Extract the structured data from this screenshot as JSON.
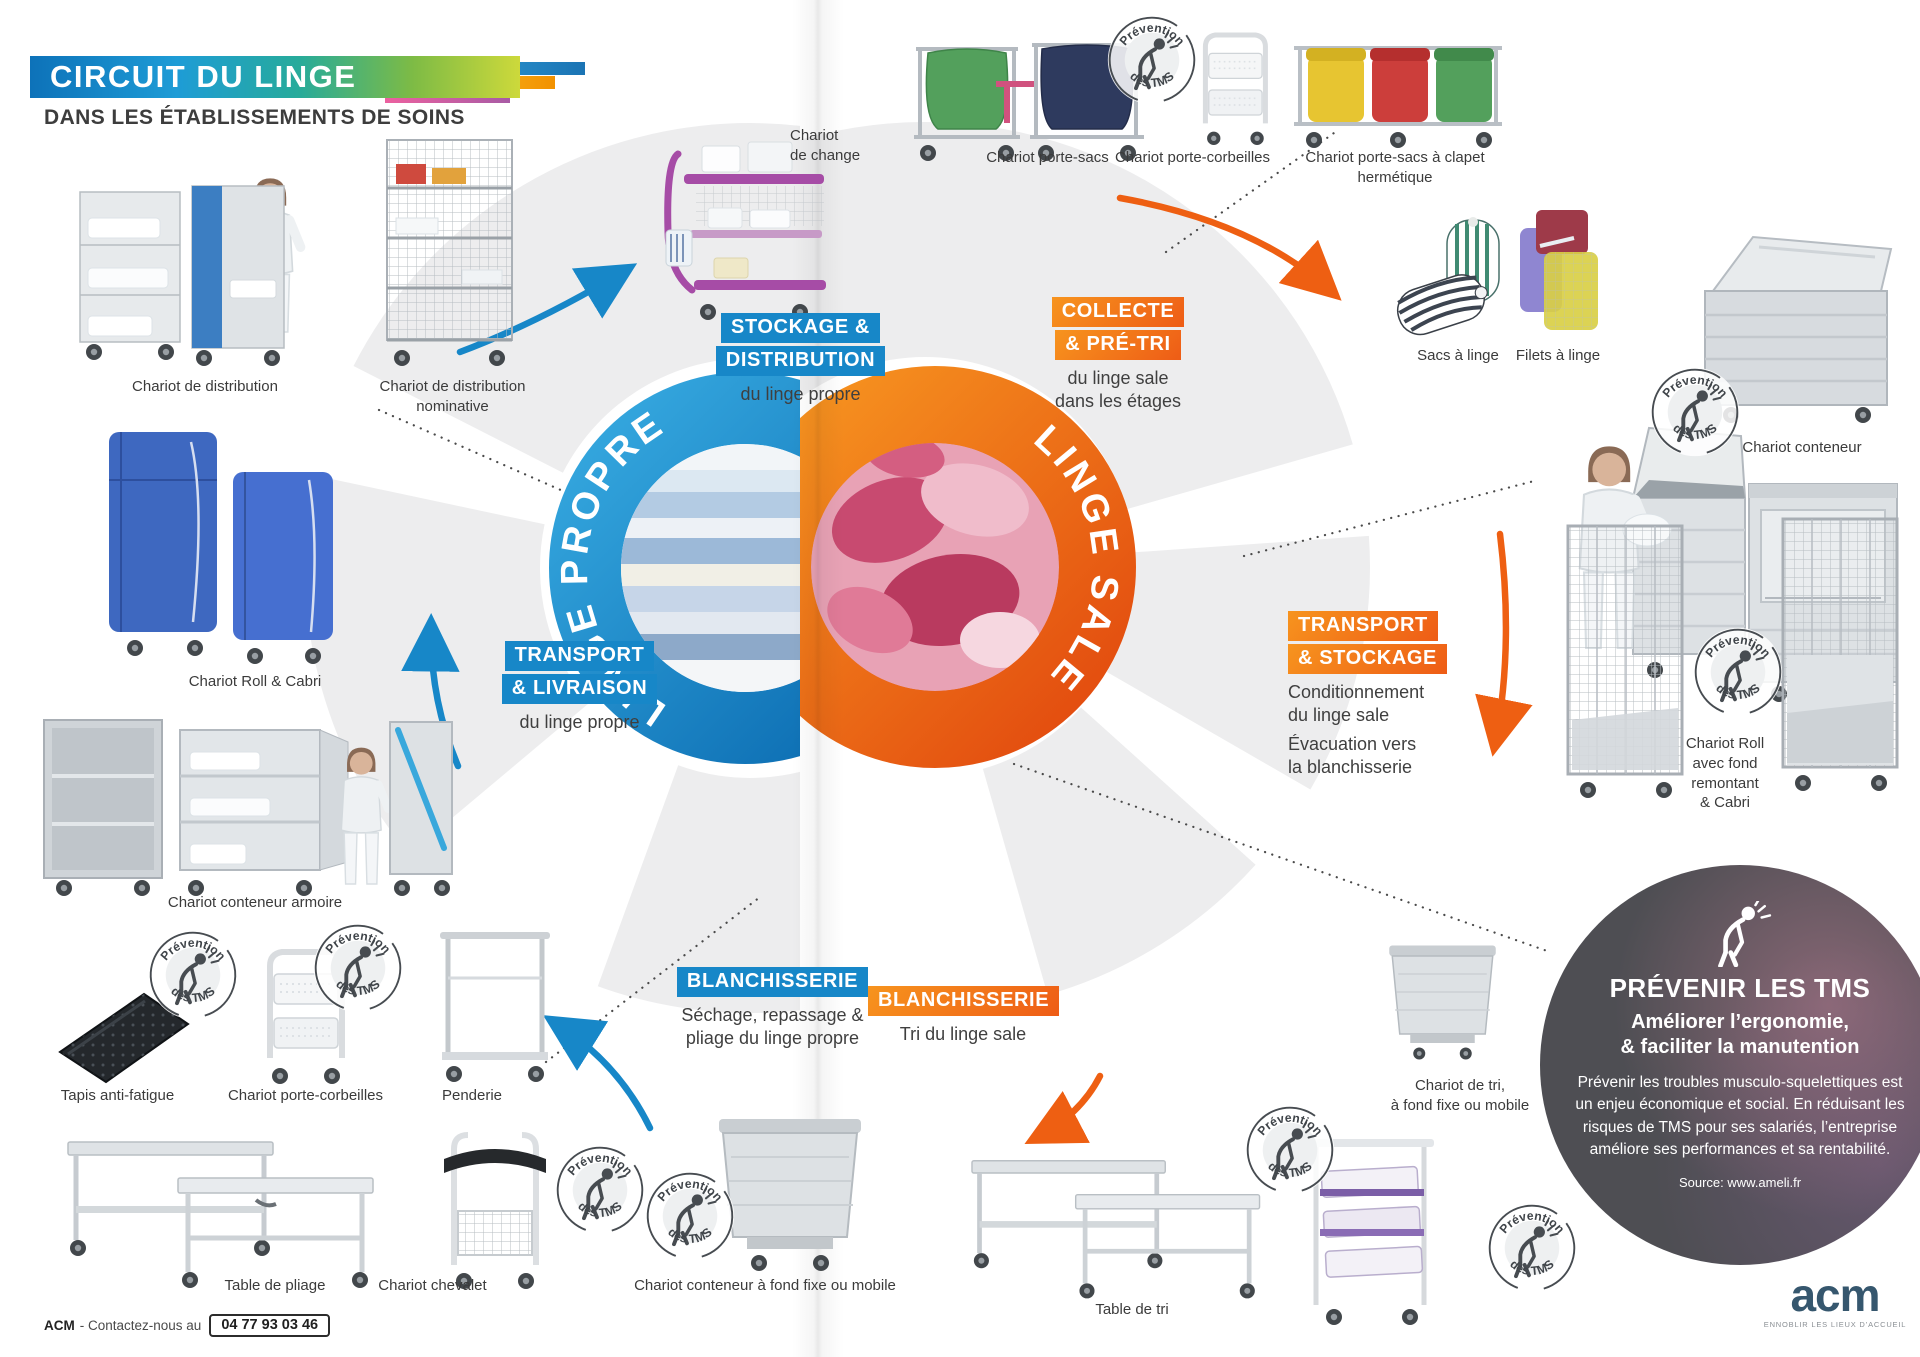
{
  "header": {
    "title": "CIRCUIT DU LINGE",
    "subtitle": "DANS LES ÉTABLISSEMENTS DE SOINS"
  },
  "hubs": {
    "clean": "LINGE PROPRE",
    "dirty": "LINGE SALE"
  },
  "clean": {
    "stages": {
      "stockage": {
        "line1": "STOCKAGE &",
        "line2": "DISTRIBUTION",
        "sub1": "du linge propre"
      },
      "transport": {
        "line1": "TRANSPORT",
        "line2": "& LIVRAISON",
        "sub1": "du linge propre"
      },
      "blanchisserie": {
        "line1": "BLANCHISSERIE",
        "sub1": "Séchage, repassage &",
        "sub2": "pliage du linge propre"
      }
    },
    "products": {
      "distribution": "Chariot de distribution",
      "nominative1": "Chariot de distribution",
      "nominative2": "nominative",
      "change1": "Chariot",
      "change2": "de change",
      "roll_cabri": "Chariot Roll & Cabri",
      "conteneur_armoire": "Chariot conteneur armoire",
      "tapis": "Tapis anti-fatigue",
      "porte_corbeilles": "Chariot porte-corbeilles",
      "penderie": "Penderie",
      "table_pliage": "Table de pliage",
      "chevalet": "Chariot chevalet",
      "conteneur_fond": "Chariot conteneur à fond fixe ou mobile"
    }
  },
  "dirty": {
    "stages": {
      "collecte": {
        "line1": "COLLECTE",
        "line2": "& PRÉ-TRI",
        "sub1": "du linge sale",
        "sub2": "dans les étages"
      },
      "transport": {
        "line1": "TRANSPORT",
        "line2": "& STOCKAGE",
        "sub1": "Conditionnement",
        "sub2": "du linge sale",
        "sub3": "Évacuation vers",
        "sub4": "la blanchisserie"
      },
      "blanchisserie": {
        "line1": "BLANCHISSERIE",
        "sub1": "Tri du linge sale"
      }
    },
    "products": {
      "porte_sacs": "Chariot porte-sacs",
      "porte_corbeilles": "Chariot porte-corbeilles",
      "clapet": "Chariot porte-sacs à clapet hermétique",
      "sacs": "Sacs à linge",
      "filets": "Filets à linge",
      "conteneur": "Chariot conteneur",
      "roll1": "Chariot Roll",
      "roll2": "avec fond",
      "roll3": "remontant",
      "roll4": "& Cabri",
      "tri1": "Chariot de tri,",
      "tri2": "à fond fixe ou mobile",
      "table_tri": "Table de tri"
    }
  },
  "tms_badge": {
    "line1": "Prévention",
    "line2": "des TMS"
  },
  "tms_panel": {
    "title": "PRÉVENIR LES TMS",
    "sub1": "Améliorer l’ergonomie,",
    "sub2": "& faciliter la manutention",
    "body": "Prévenir les troubles musculo-squelettiques est un enjeu économique et social. En réduisant les risques de TMS pour ses salariés, l’entreprise améliore ses performances et sa rentabilité.",
    "source": "Source: www.ameli.fr"
  },
  "footer": {
    "brand": "ACM",
    "contact": "- Contactez-nous au",
    "phone": "04 77 93 03 46",
    "logo": "acm",
    "tagline": "ENNOBLIR LES LIEUX D’ACCUEIL"
  },
  "colors": {
    "clean": "#1787c8",
    "dirty": "#f07d1a"
  }
}
